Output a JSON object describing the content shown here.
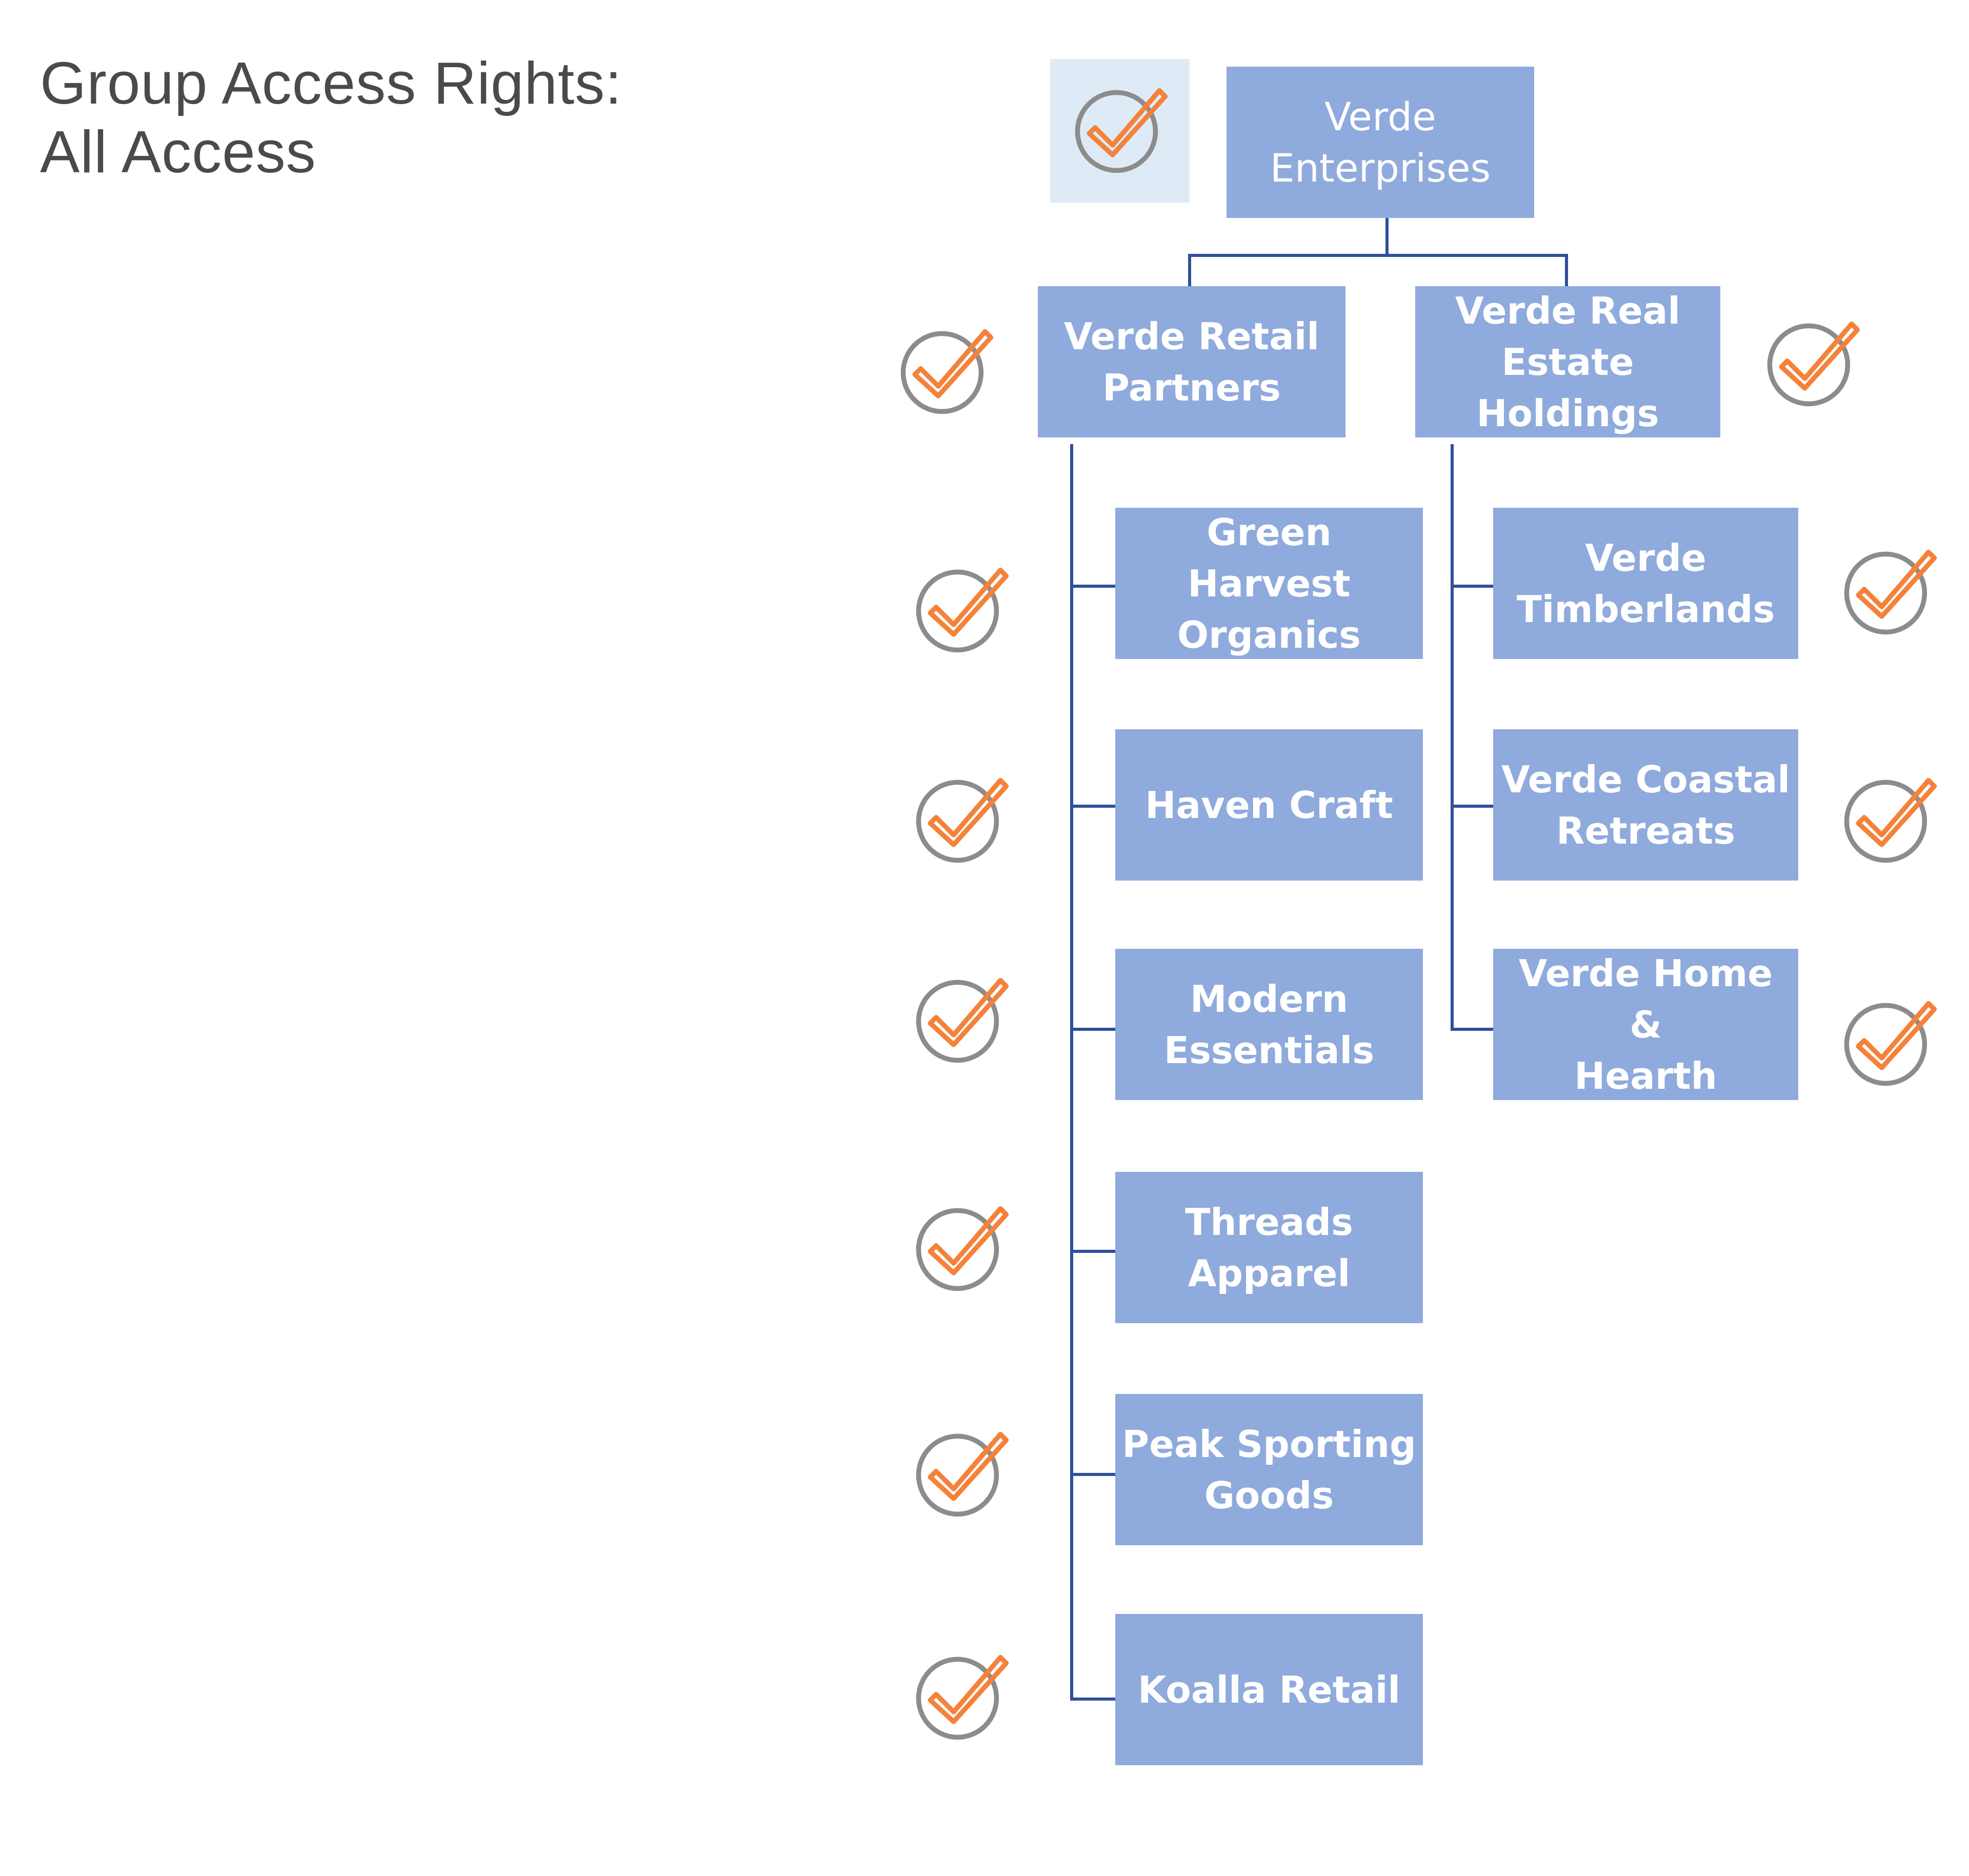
{
  "title": {
    "line1": "Group Access Rights:",
    "line2": "All Access"
  },
  "root": {
    "label_line1": "Verde",
    "label_line2": "Enterprises",
    "icon": "check-circle-icon"
  },
  "retail": {
    "label_line1": "Verde Retail",
    "label_line2": "Partners",
    "icon": "check-circle-icon",
    "children": [
      {
        "line1": "Green Harvest",
        "line2": "Organics"
      },
      {
        "line1": "Haven Craft",
        "line2": ""
      },
      {
        "line1": "Modern",
        "line2": "Essentials"
      },
      {
        "line1": "Threads",
        "line2": "Apparel"
      },
      {
        "line1": "Peak Sporting",
        "line2": "Goods"
      },
      {
        "line1": "Koalla Retail",
        "line2": ""
      }
    ]
  },
  "realestate": {
    "label_line1": "Verde Real",
    "label_line2": "Estate Holdings",
    "icon": "check-circle-icon",
    "children": [
      {
        "line1": "Verde",
        "line2": "Timberlands"
      },
      {
        "line1": "Verde Coastal",
        "line2": "Retreats"
      },
      {
        "line1": "Verde Home &",
        "line2": "Hearth"
      }
    ]
  },
  "colors": {
    "node_fill": "#8faadc",
    "node_text": "#ffffff",
    "root_highlight": "#deebf7",
    "connector": "#2f4f9b",
    "check_ring": "#8c8c8c",
    "check_mark": "#f4823a",
    "title_text": "#4a4a4a"
  }
}
